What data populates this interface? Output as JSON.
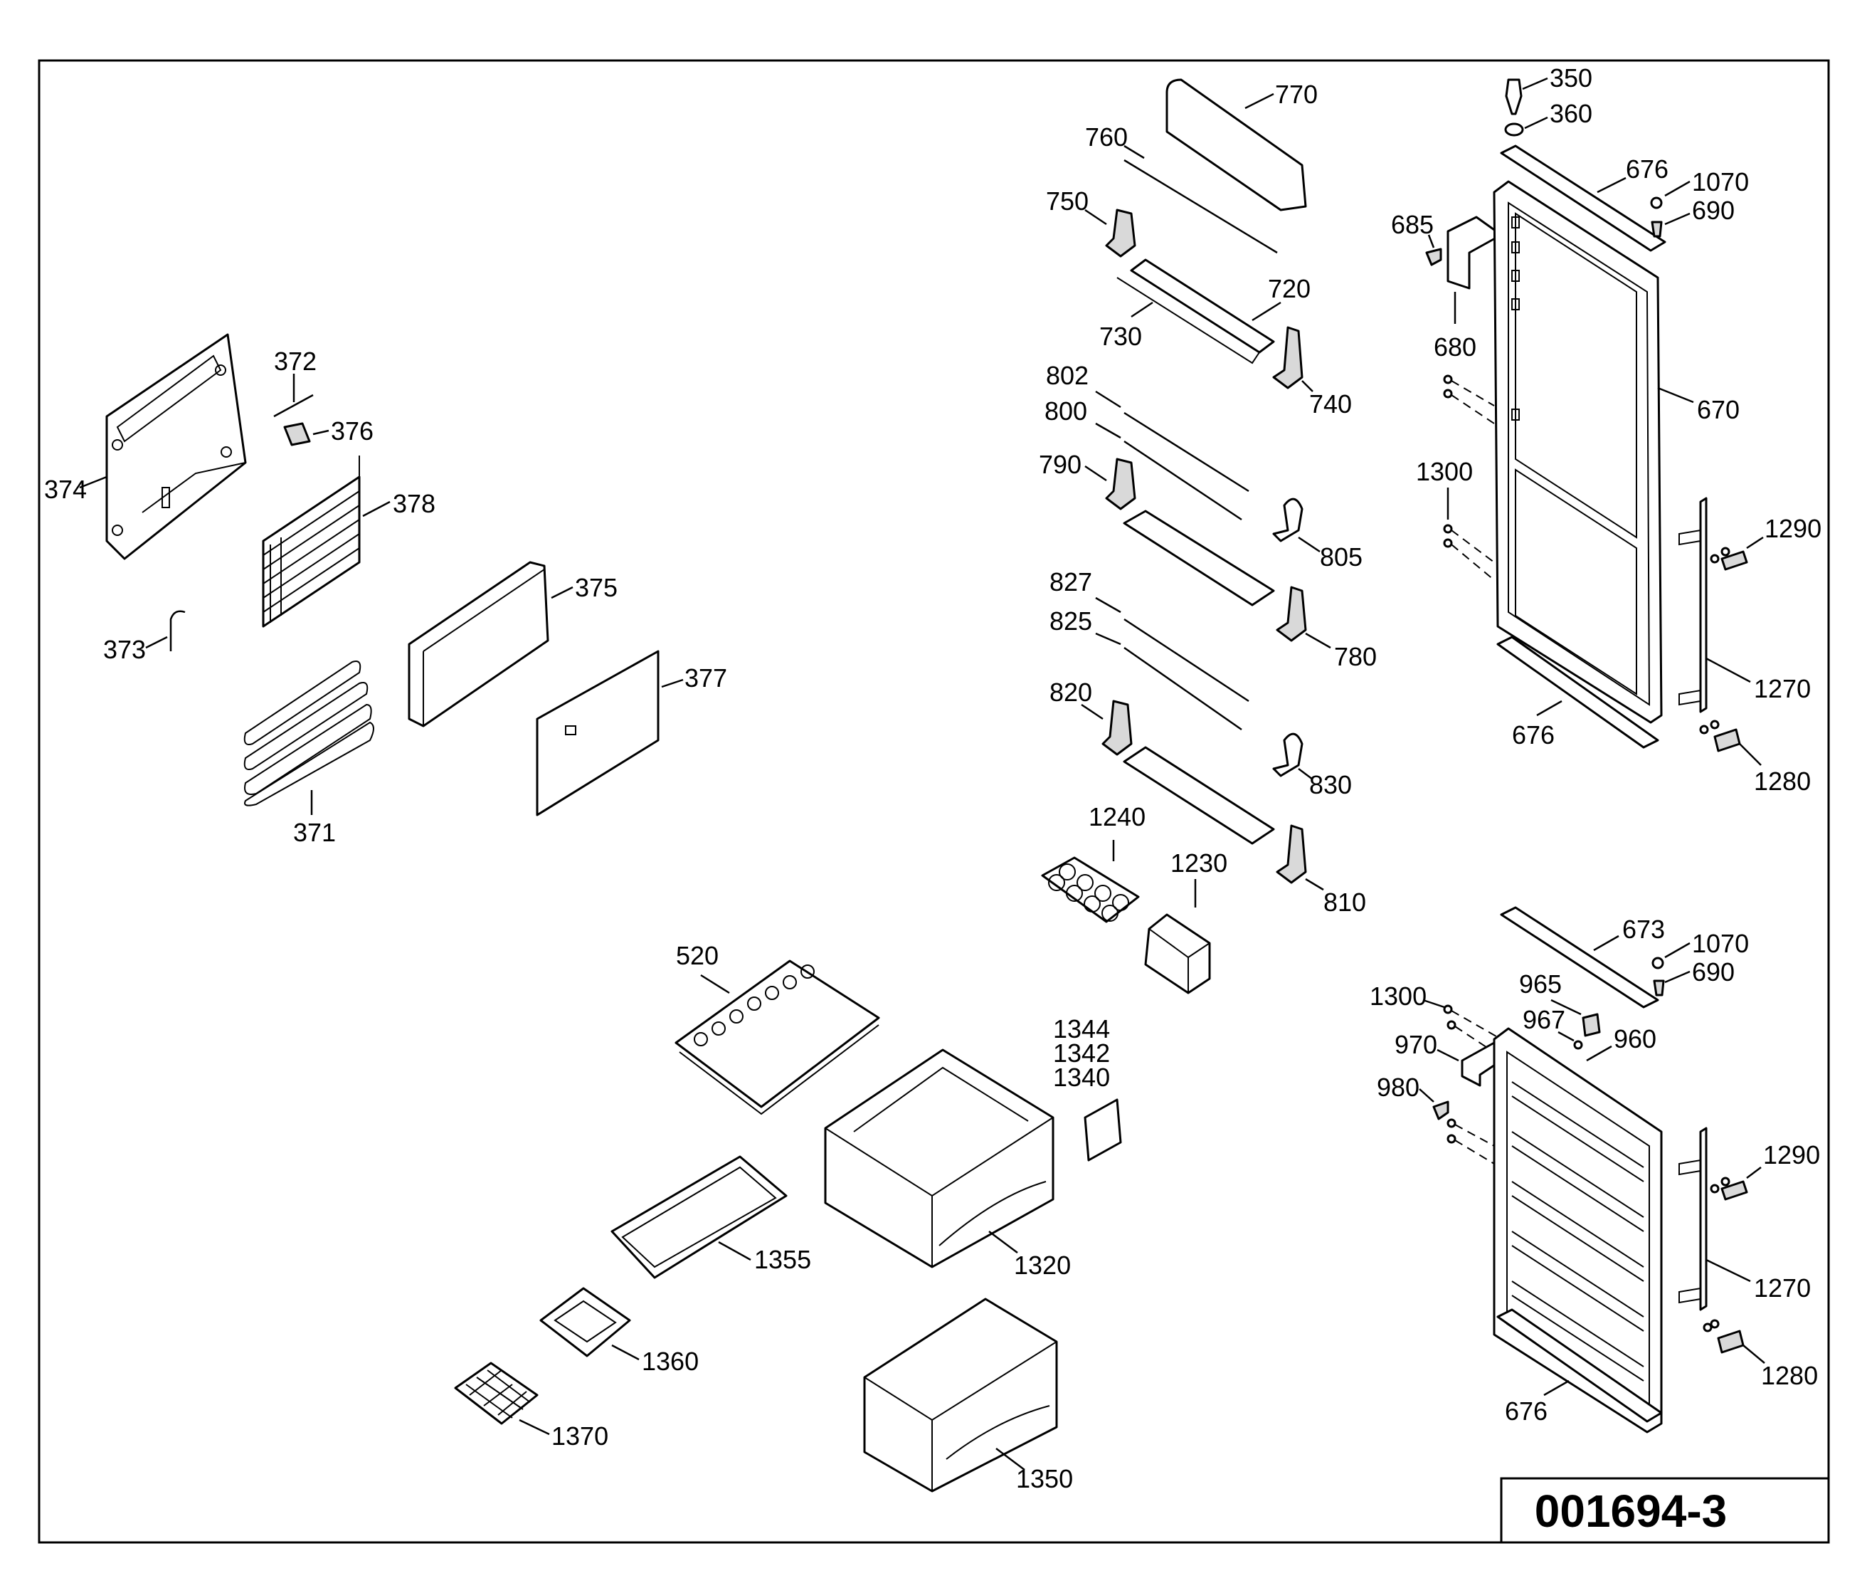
{
  "diagram": {
    "code": "001694-3",
    "labels": {
      "l350": "350",
      "l360": "360",
      "l676a": "676",
      "l1070a": "1070",
      "l690a": "690",
      "l685": "685",
      "l680": "680",
      "l670": "670",
      "l1300a": "1300",
      "l1290a": "1290",
      "l1270a": "1270",
      "l676b": "676",
      "l1280a": "1280",
      "l770": "770",
      "l760": "760",
      "l750": "750",
      "l720": "720",
      "l730": "730",
      "l740": "740",
      "l802": "802",
      "l800": "800",
      "l790": "790",
      "l805": "805",
      "l780": "780",
      "l827": "827",
      "l825": "825",
      "l820": "820",
      "l830": "830",
      "l810": "810",
      "l1240": "1240",
      "l1230": "1230",
      "l372": "372",
      "l376": "376",
      "l374": "374",
      "l378": "378",
      "l373": "373",
      "l375": "375",
      "l377": "377",
      "l371": "371",
      "l520": "520",
      "l1344": "1344",
      "l1342": "1342",
      "l1340": "1340",
      "l1355": "1355",
      "l1320": "1320",
      "l1360": "1360",
      "l1370": "1370",
      "l1350": "1350",
      "l673": "673",
      "l1070b": "1070",
      "l690b": "690",
      "l965": "965",
      "l1300b": "1300",
      "l967": "967",
      "l970": "970",
      "l960": "960",
      "l980": "980",
      "l1290b": "1290",
      "l1270b": "1270",
      "l1280b": "1280",
      "l676c": "676"
    }
  }
}
